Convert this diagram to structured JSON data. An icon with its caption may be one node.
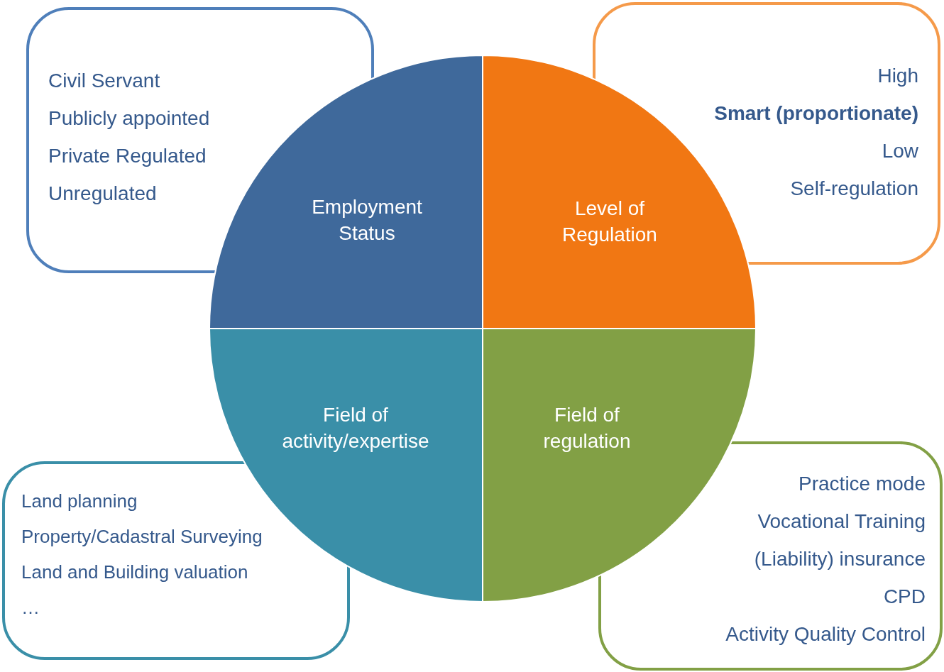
{
  "diagram": {
    "nodes": [
      {
        "text": [
          "Civil Servant",
          "Publicly appointed",
          "Private Regulated",
          "Unregulated"
        ]
      },
      {
        "text": [
          "High",
          "**Smart (proportionate)**",
          "Low",
          "Self-regulation"
        ]
      },
      {
        "text": [
          "Land planning",
          "Property/Cadastral Surveying",
          "Land and Building valuation",
          "…"
        ]
      },
      {
        "text": [
          "Practice mode",
          "Vocational Training",
          "(Liability) insurance",
          "CPD",
          "Activity Quality Control"
        ]
      },
      {
        "text": [
          "Employment Status"
        ]
      },
      {
        "text": [
          "Level of Regulation"
        ]
      },
      {
        "text": [
          "Field of activity/expertise"
        ]
      },
      {
        "text": [
          "Field of regulation"
        ]
      }
    ]
  }
}
